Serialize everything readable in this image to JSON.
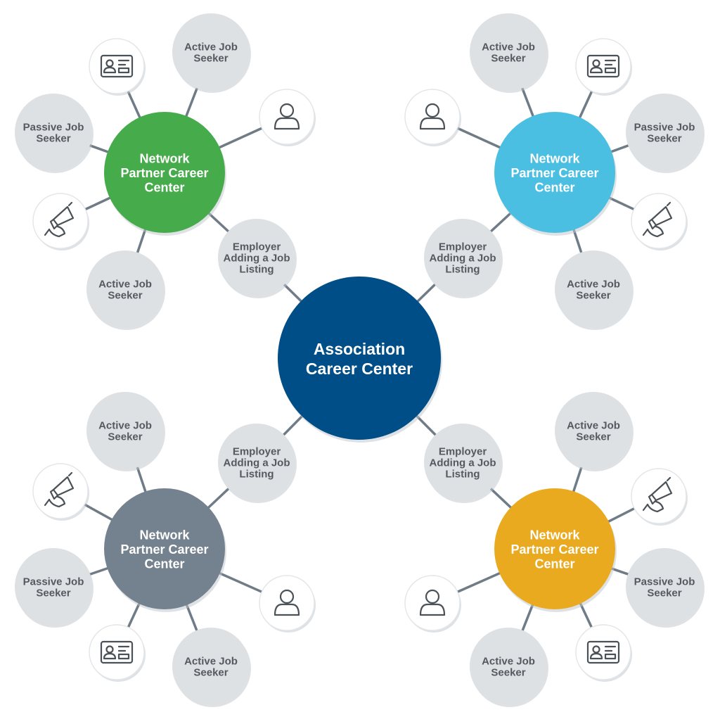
{
  "center": {
    "lines": [
      "Association",
      "Career Center"
    ],
    "color": "#004e87"
  },
  "hubs": [
    {
      "id": "top-left",
      "lines": [
        "Network",
        "Partner Career",
        "Center"
      ],
      "color": "#46ab4a"
    },
    {
      "id": "top-right",
      "lines": [
        "Network",
        "Partner Career",
        "Center"
      ],
      "color": "#4bbfe2"
    },
    {
      "id": "bottom-left",
      "lines": [
        "Network",
        "Partner Career",
        "Center"
      ],
      "color": "#74818e"
    },
    {
      "id": "bottom-right",
      "lines": [
        "Network",
        "Partner Career",
        "Center"
      ],
      "color": "#eaaa1f"
    }
  ],
  "labels": {
    "active_job_seeker": [
      "Active Job",
      "Seeker"
    ],
    "passive_job_seeker": [
      "Passive Job",
      "Seeker"
    ],
    "employer": [
      "Employer",
      "Adding a Job",
      "Listing"
    ]
  },
  "icons": {
    "person": "person-icon",
    "id_card": "id-card-icon",
    "megaphone": "megaphone-icon"
  },
  "colors": {
    "satellite": "#dde1e4",
    "connector": "#6f7c88",
    "label_text": "#545a5f"
  }
}
